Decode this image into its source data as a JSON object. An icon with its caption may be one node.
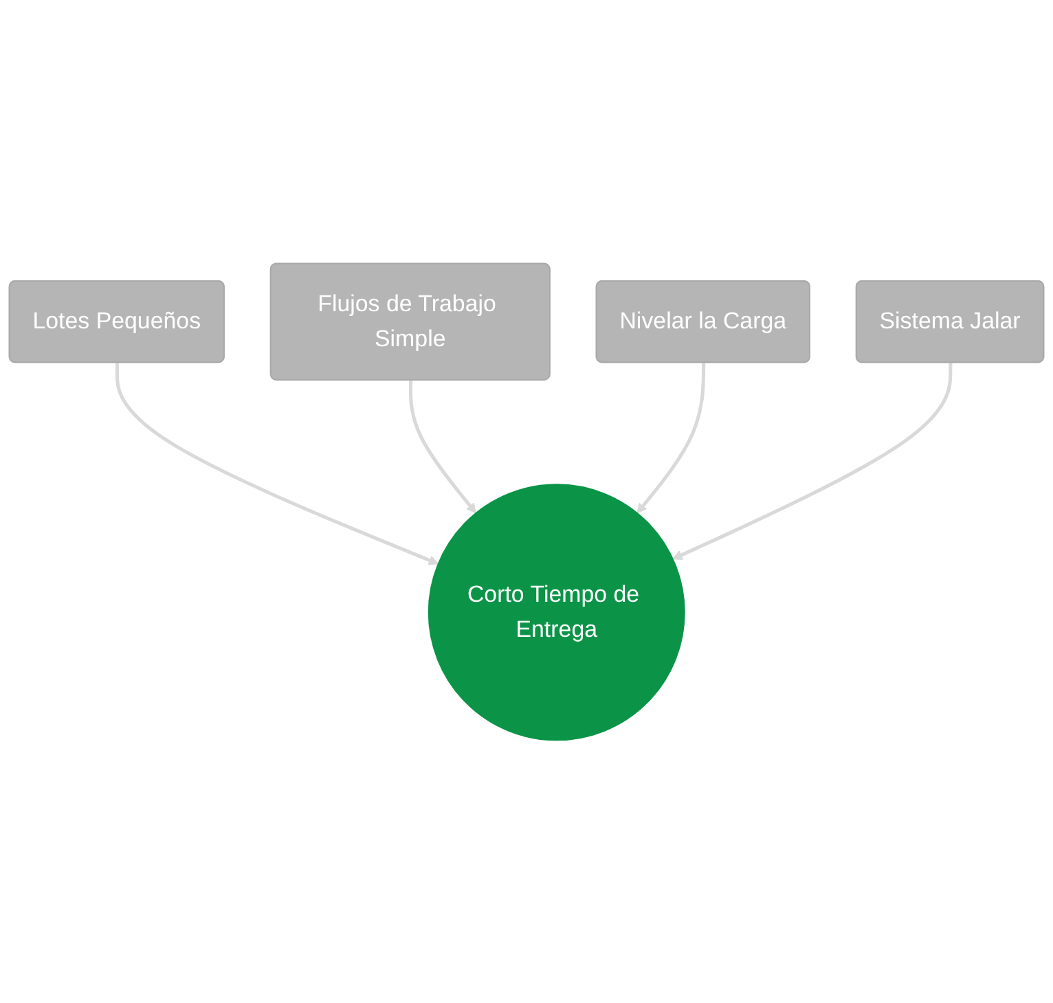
{
  "diagram": {
    "nodes": [
      {
        "text": [
          "Lotes Pequeños"
        ]
      },
      {
        "text": [
          "Flujos de Trabajo Simple"
        ]
      },
      {
        "text": [
          "Corto Tiempo de Entrega"
        ]
      },
      {
        "text": [
          "Nivelar la Carga"
        ]
      },
      {
        "text": [
          "Sistema Jalar"
        ]
      }
    ],
    "edges": [
      {
        "from": 0,
        "to": 2,
        "arrow": "to"
      },
      {
        "from": 1,
        "to": 2,
        "arrow": "to"
      },
      {
        "from": 3,
        "to": 2,
        "arrow": "to"
      },
      {
        "from": 4,
        "to": 2,
        "arrow": "to"
      }
    ]
  }
}
